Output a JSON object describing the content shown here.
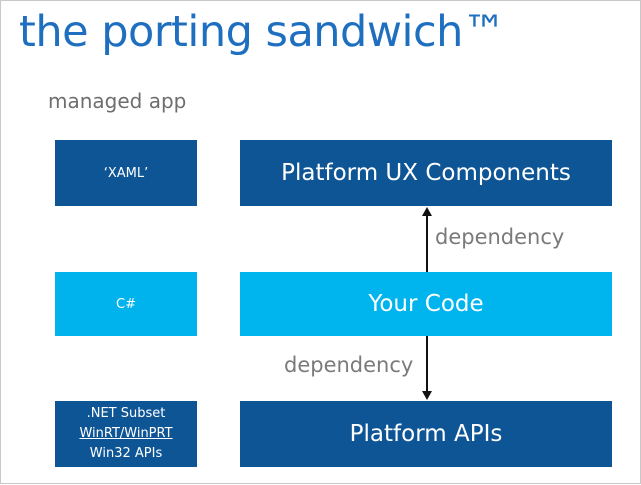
{
  "title": "the porting sandwich™",
  "subtitle": "managed app",
  "left_column": {
    "xaml": "‘XAML’",
    "csharp": "C#",
    "net_lines": [
      ".NET Subset",
      "WinRT/WinPRT",
      "Win32 APIs"
    ]
  },
  "right_column": {
    "ux": "Platform UX Components",
    "code": "Your Code",
    "apis": "Platform APIs"
  },
  "dependency_labels": {
    "upper": "dependency",
    "lower": "dependency"
  },
  "colors": {
    "title": "#1f6fc0",
    "dark_box": "#0e5596",
    "light_box": "#00b3ec",
    "label_gray": "#7a7a7a"
  }
}
